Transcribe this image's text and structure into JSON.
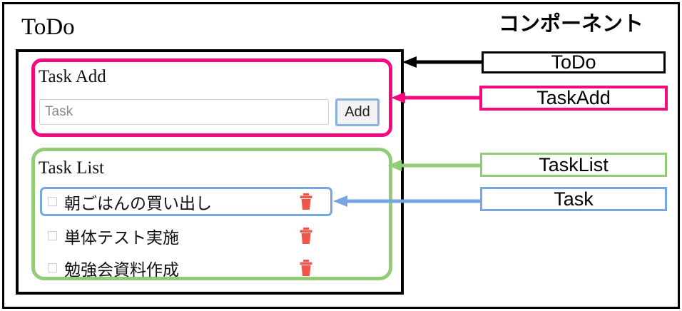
{
  "app": {
    "title": "ToDo",
    "task_add": {
      "heading": "Task Add",
      "input_placeholder": "Task",
      "input_value": "",
      "add_label": "Add"
    },
    "task_list": {
      "heading": "Task List",
      "items": [
        {
          "label": "朝ごはんの買い出し",
          "checked": false,
          "highlighted": true,
          "delete_icon": "trash-icon"
        },
        {
          "label": "単体テスト実施",
          "checked": false,
          "highlighted": false,
          "delete_icon": "trash-icon"
        },
        {
          "label": "勉強会資料作成",
          "checked": false,
          "highlighted": false,
          "delete_icon": "trash-icon"
        }
      ]
    }
  },
  "legend": {
    "heading": "コンポーネント",
    "items": [
      {
        "label": "ToDo",
        "color": "#000000"
      },
      {
        "label": "TaskAdd",
        "color": "#F50A7E"
      },
      {
        "label": "TaskList",
        "color": "#92CC77"
      },
      {
        "label": "Task",
        "color": "#77A5DE"
      }
    ]
  },
  "colors": {
    "outline_black": "#000000",
    "pink": "#F50A7E",
    "green": "#92CC77",
    "blue": "#77A5DE",
    "trash_red": "#F4554A",
    "input_border": "#cfcfcf",
    "placeholder_text": "#8a8a8a"
  }
}
